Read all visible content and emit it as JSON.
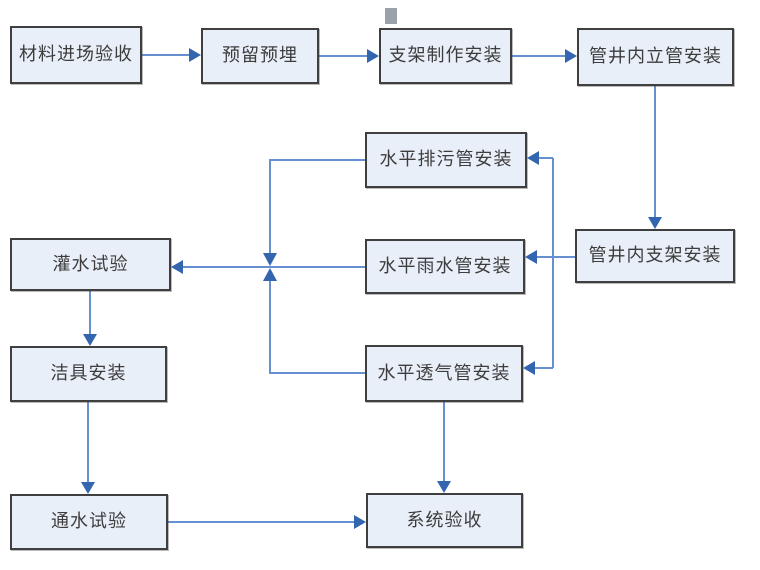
{
  "colors": {
    "line-blue": "#6690cf",
    "arrow-blue": "#3465af",
    "node-fill": "#e9eff8",
    "node-border": "#3f3f3f",
    "node-text": "#3d3d3d",
    "handle-gray": "#9aa1ab",
    "bg": "#ffffff"
  },
  "diagram": {
    "type": "flowchart",
    "nodes": {
      "material_inspection": "材料进场验收",
      "reserved_embedded": "预留预埋",
      "bracket_fabrication": "支架制作安装",
      "shaft_riser": "管井内立管安装",
      "shaft_bracket": "管井内支架安装",
      "horizontal_sewage": "水平排污管安装",
      "horizontal_rainwater": "水平雨水管安装",
      "horizontal_vent": "水平透气管安装",
      "water_filling_test": "灌水试验",
      "fixture_installation": "洁具安装",
      "water_flow_test": "通水试验",
      "system_acceptance": "系统验收"
    },
    "edges": [
      {
        "from": "材料进场验收",
        "to": "预留预埋"
      },
      {
        "from": "预留预埋",
        "to": "支架制作安装"
      },
      {
        "from": "支架制作安装",
        "to": "管井内立管安装"
      },
      {
        "from": "管井内立管安装",
        "to": "管井内支架安装"
      },
      {
        "from": "管井内支架安装",
        "to": "水平排污管安装"
      },
      {
        "from": "管井内支架安装",
        "to": "水平雨水管安装"
      },
      {
        "from": "管井内支架安装",
        "to": "水平透气管安装"
      },
      {
        "from": "水平排污管安装",
        "to": "灌水试验"
      },
      {
        "from": "水平雨水管安装",
        "to": "灌水试验"
      },
      {
        "from": "水平透气管安装",
        "to": "灌水试验"
      },
      {
        "from": "水平透气管安装",
        "to": "系统验收"
      },
      {
        "from": "灌水试验",
        "to": "洁具安装"
      },
      {
        "from": "洁具安装",
        "to": "通水试验"
      },
      {
        "from": "通水试验",
        "to": "系统验收"
      }
    ]
  }
}
